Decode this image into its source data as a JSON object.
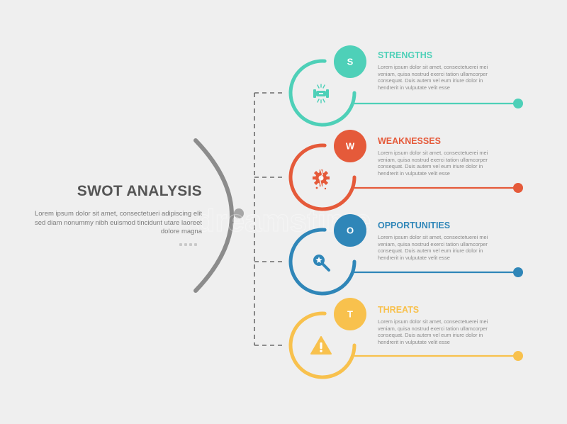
{
  "title": "SWOT ANALYSIS",
  "description": "Lorem ipsum dolor sit amet, consectetueri adipiscing elit sed diam nonummy nibh euismod tincidunt utare laoreet dolore magna",
  "watermark": "dreamstime",
  "items": [
    {
      "letter": "S",
      "title": "STRENGTHS",
      "text": "Lorem ipsum dolor sit amet, consectetuerei mei veniam, quisa nostrud exerci tation ullamcorper consequat. Duis autem vel eum iriure dolor in hendrerit in vulputate velit esse",
      "color": "#4ed0b8",
      "icon": "arm-band-icon"
    },
    {
      "letter": "W",
      "title": "WEAKNESSES",
      "text": "Lorem ipsum dolor sit amet, consectetuerei mei veniam, quisa nostrud exerci tation ullamcorper consequat. Duis autem vel eum iriure dolor in hendrerit in vulputate velit esse",
      "color": "#e55a3a",
      "icon": "broken-gear-icon"
    },
    {
      "letter": "O",
      "title": "OPPORTUNITIES",
      "text": "Lorem ipsum dolor sit amet, consectetuerei mei veniam, quisa nostrud exerci tation ullamcorper consequat. Duis autem vel eum iriure dolor in hendrerit in vulputate velit esse",
      "color": "#2f86b8",
      "icon": "search-star-icon"
    },
    {
      "letter": "T",
      "title": "THREATS",
      "text": "Lorem ipsum dolor sit amet, consectetuerei mei veniam, quisa nostrud exerci tation ullamcorper consequat. Duis autem vel eum iriure dolor in hendrerit in vulputate velit esse",
      "color": "#f8c14d",
      "icon": "warning-icon"
    }
  ]
}
